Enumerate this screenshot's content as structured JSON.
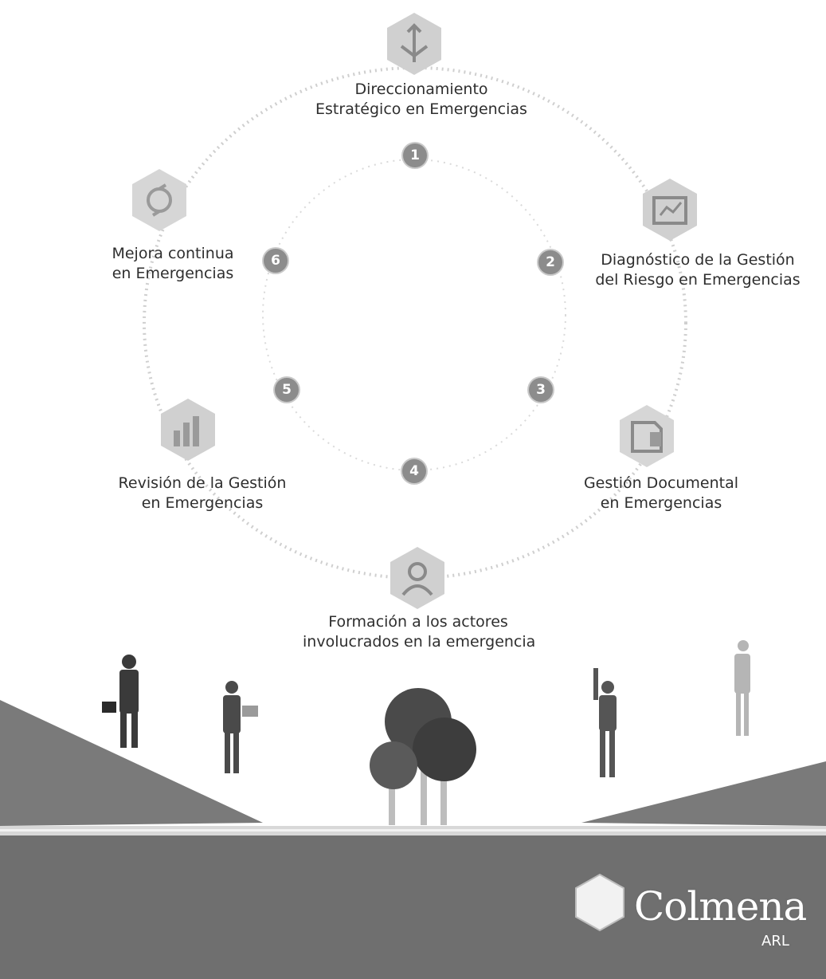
{
  "steps": [
    {
      "number": "1",
      "line1": "Direccionamiento",
      "line2": "Estratégico en Emergencias",
      "icon": "strategy-icon"
    },
    {
      "number": "2",
      "line1": "Diagnóstico de la Gestión",
      "line2": "del Riesgo en Emergencias",
      "icon": "diagnosis-icon"
    },
    {
      "number": "3",
      "line1": "Gestión Documental",
      "line2": "en Emergencias",
      "icon": "document-icon"
    },
    {
      "number": "4",
      "line1": "Formación a los actores",
      "line2": "involucrados en la emergencia",
      "icon": "person-icon"
    },
    {
      "number": "5",
      "line1": "Revisión de la Gestión",
      "line2": "en Emergencias",
      "icon": "chart-icon"
    },
    {
      "number": "6",
      "line1": "Mejora continua",
      "line2": "en Emergencias",
      "icon": "improvement-icon"
    }
  ],
  "brand": {
    "name": "Colmena",
    "sub": "ARL"
  },
  "colors": {
    "badge": "#8c8c8c",
    "ground": "#6f6f6f",
    "tree_dark": "#3d3d3d"
  }
}
